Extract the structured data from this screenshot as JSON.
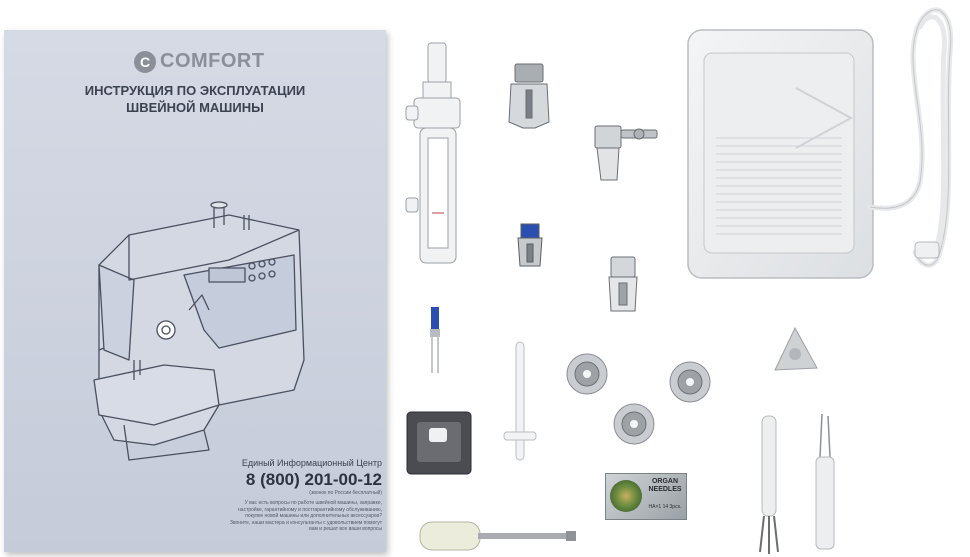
{
  "manual": {
    "brand": "COMFORT",
    "brand_mark": "C",
    "title_line1": "ИНСТРУКЦИЯ ПО ЭКСПЛУАТАЦИИ",
    "title_line2": "ШВЕЙНОЙ МАШИНЫ",
    "info_center": "Единый Информационный Центр",
    "phone": "8 (800) 201-00-12",
    "phone_note": "(звонок по России бесплатный)",
    "fine_print": "У вас есть вопросы по работе швейной машины, заправке, настройке, гарантийному и постгарантийному обслуживанию, покупке новой машины или дополнительных аксессуаров? Звоните, наши мастера и консультанты с удовольствием помогут вам и решат все ваши вопросы"
  },
  "needle_pack": {
    "brand": "ORGAN NEEDLES",
    "spec": "HA×1 14 3pcs."
  },
  "colors": {
    "manual_background": "#c9cfdc",
    "manual_title": "#3c4250",
    "brand_gray": "#8a8f99",
    "accessory_white": "#eef0f2",
    "metal": "#b8bcc0",
    "blue_accent": "#2a4fb0"
  }
}
